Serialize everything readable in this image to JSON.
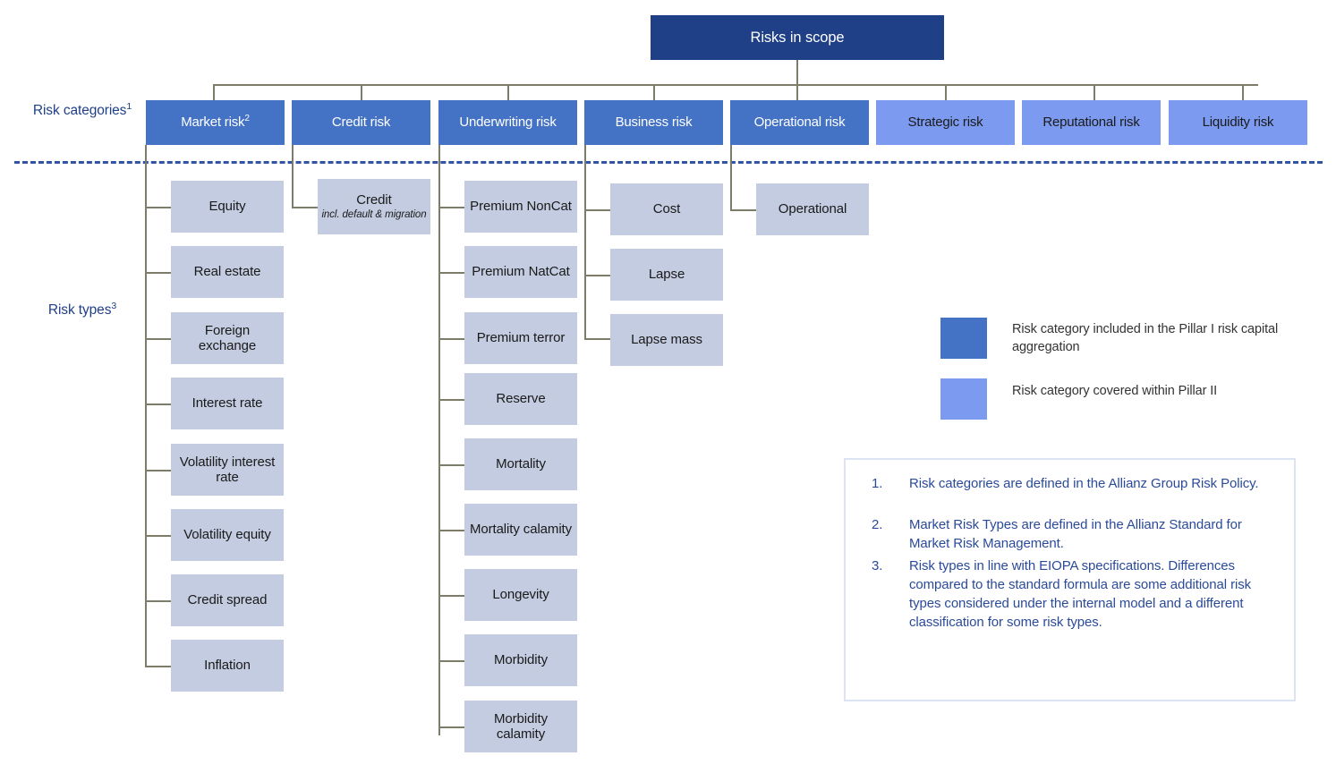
{
  "title": "Risks in scope",
  "colors": {
    "root": "#1F3F87",
    "pillar1": "#4472C4",
    "pillar2": "#7C9BF0",
    "risk_type": "#C3CCE0",
    "connector": "#7C7C68",
    "divider": "#2F55A4",
    "note_text": "#2A4A9A"
  },
  "side_labels": {
    "categories": "Risk categories",
    "categories_sup": "1",
    "types": "Risk types",
    "types_sup": "3"
  },
  "categories": [
    {
      "label": "Market risk",
      "sup": "2",
      "pillar": "I"
    },
    {
      "label": "Credit risk",
      "sup": "",
      "pillar": "I"
    },
    {
      "label": "Underwriting risk",
      "sup": "",
      "pillar": "I"
    },
    {
      "label": "Business risk",
      "sup": "",
      "pillar": "I"
    },
    {
      "label": "Operational risk",
      "sup": "",
      "pillar": "I"
    },
    {
      "label": "Strategic risk",
      "sup": "",
      "pillar": "II"
    },
    {
      "label": "Reputational risk",
      "sup": "",
      "pillar": "II"
    },
    {
      "label": "Liquidity risk",
      "sup": "",
      "pillar": "II"
    }
  ],
  "risk_types": {
    "market": [
      {
        "label": "Equity"
      },
      {
        "label": "Real estate"
      },
      {
        "label": "Foreign exchange"
      },
      {
        "label": "Interest  rate"
      },
      {
        "label": "Volatility interest rate"
      },
      {
        "label": "Volatility equity"
      },
      {
        "label": "Credit spread"
      },
      {
        "label": "Inflation"
      }
    ],
    "credit": [
      {
        "label": "Credit",
        "sub": "incl. default & migration"
      }
    ],
    "underwriting": [
      {
        "label": "Premium NonCat"
      },
      {
        "label": "Premium NatCat"
      },
      {
        "label": "Premium terror"
      },
      {
        "label": "Reserve"
      },
      {
        "label": "Mortality"
      },
      {
        "label": "Mortality calamity"
      },
      {
        "label": "Longevity"
      },
      {
        "label": "Morbidity"
      },
      {
        "label": "Morbidity calamity"
      }
    ],
    "business": [
      {
        "label": "Cost"
      },
      {
        "label": "Lapse"
      },
      {
        "label": "Lapse mass"
      }
    ],
    "operational": [
      {
        "label": "Operational"
      }
    ]
  },
  "legend": [
    {
      "color": "#4472C4",
      "text": "Risk category included in the Pillar I risk capital aggregation"
    },
    {
      "color": "#7C9BF0",
      "text": "Risk category covered within Pillar II"
    }
  ],
  "notes": [
    {
      "num": "1.",
      "text": "Risk categories are defined in the Allianz Group Risk Policy."
    },
    {
      "num": "2.",
      "text": "Market Risk Types are defined in the Allianz Standard for Market Risk Management."
    },
    {
      "num": "3.",
      "text": "Risk types in line with EIOPA specifications. Differences compared to the standard formula are some additional risk types considered under the internal model and a different classification for some risk types."
    }
  ]
}
